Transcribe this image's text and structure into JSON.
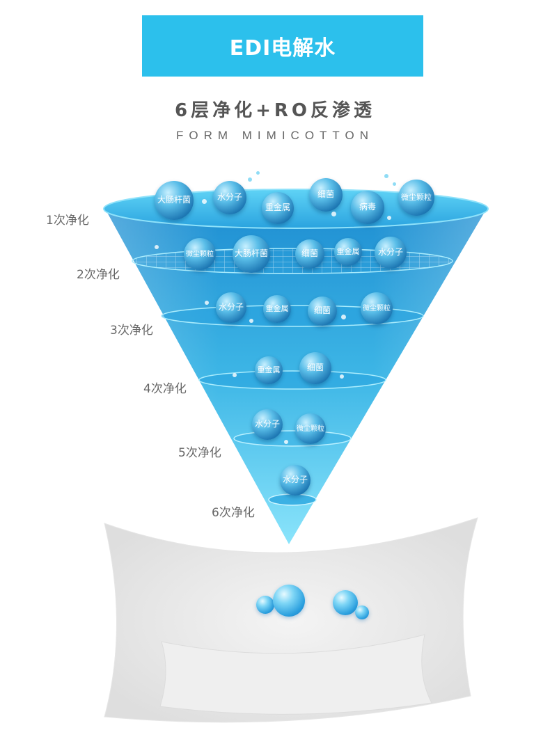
{
  "banner": {
    "title": "EDI电解水"
  },
  "heading": {
    "title": "6层净化+RO反渗透",
    "subtitle": "FORM MIMICOTTON"
  },
  "stages": [
    "1次净化",
    "2次净化",
    "3次净化",
    "4次净化",
    "5次净化",
    "6次净化"
  ],
  "layer1": [
    "大肠杆菌",
    "水分子",
    "重金属",
    "细菌",
    "病毒",
    "微尘颗粒"
  ],
  "layer2": [
    "微尘颗粒",
    "大肠杆菌",
    "细菌",
    "重金属",
    "水分子"
  ],
  "layer3": [
    "水分子",
    "重金属",
    "细菌",
    "微尘颗粒"
  ],
  "layer4": [
    "重金属",
    "细菌"
  ],
  "layer5": [
    "水分子",
    "微尘颗粒"
  ],
  "layer6": [
    "水分子"
  ],
  "colors": {
    "banner": "#2cc0ec",
    "funnel_top": "#1e8fd1",
    "funnel_bottom": "#7fe0fb",
    "bubble": "#1e78b4"
  },
  "icons": [
    "water-droplet-icon",
    "cotton-pad-icon"
  ]
}
